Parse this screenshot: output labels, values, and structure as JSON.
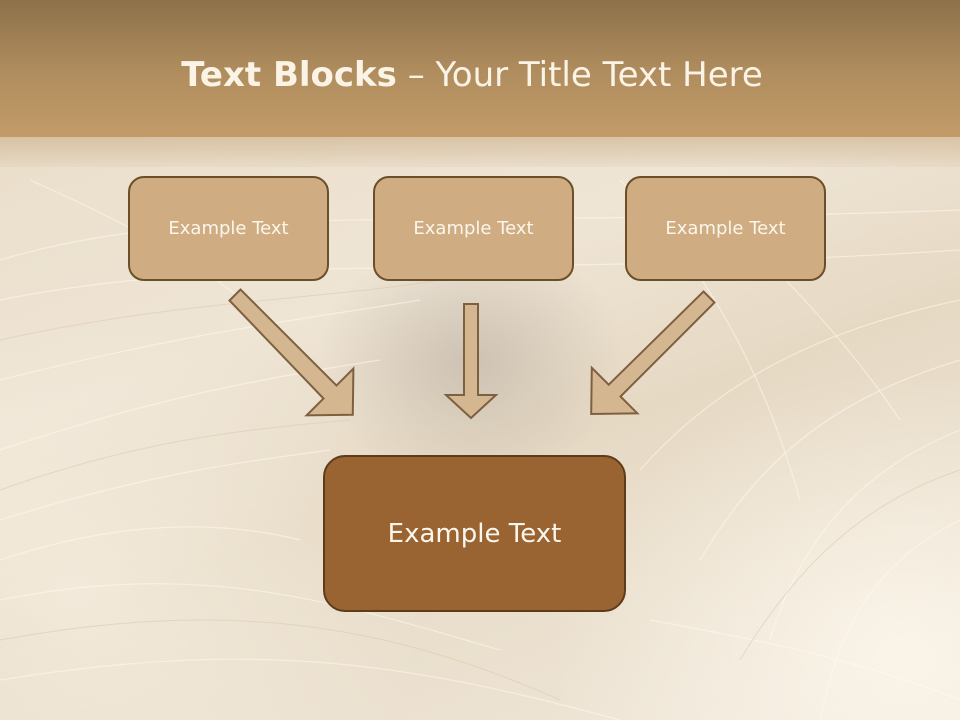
{
  "slide": {
    "title_bold": "Text Blocks",
    "title_separator": " – ",
    "title_rest": "Your Title Text Here"
  },
  "diagram": {
    "top_boxes": [
      {
        "label": "Example Text"
      },
      {
        "label": "Example Text"
      },
      {
        "label": "Example Text"
      }
    ],
    "bottom_box": {
      "label": "Example Text"
    }
  },
  "colors": {
    "header": "#b18e5f",
    "box_fill": "#d0ac82",
    "box_border": "#6b4f2a",
    "main_box_fill": "#9a6432",
    "arrow_fill": "#d4b690",
    "arrow_stroke": "#7d6040"
  }
}
